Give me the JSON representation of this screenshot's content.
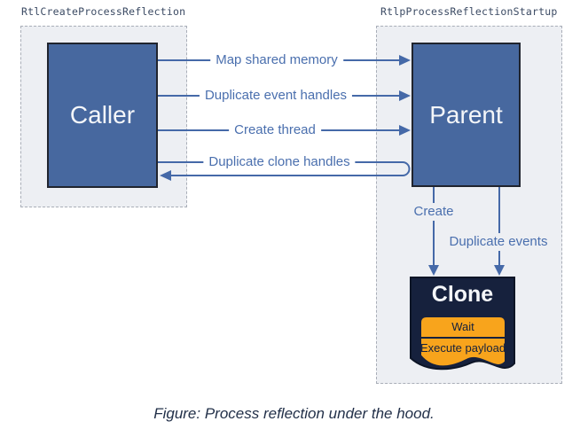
{
  "left_panel": {
    "api_label": "RtlCreateProcessReflection",
    "node_label": "Caller"
  },
  "right_panel": {
    "api_label": "RtlpProcessReflectionStartup",
    "node_label": "Parent"
  },
  "arrows": {
    "map_shared_memory": "Map shared memory",
    "duplicate_event_handles": "Duplicate event handles",
    "create_thread": "Create thread",
    "duplicate_clone_handles": "Duplicate clone handles",
    "create": "Create",
    "duplicate_events": "Duplicate events"
  },
  "clone": {
    "title": "Clone",
    "steps": [
      "Wait",
      "Execute payload"
    ]
  },
  "caption": "Figure: Process reflection under the hood.",
  "colors": {
    "node_blue": "#47689F",
    "node_border": "#20242E",
    "navy": "#16213D",
    "amber": "#F8A41C",
    "arrow_blue": "#4569A8",
    "label_blue": "#4A6FAE",
    "api_label_color": "#3B4A63",
    "panel_bg": "#EDEFF3",
    "panel_border": "#A9AEB8",
    "caption_color": "#223049"
  }
}
